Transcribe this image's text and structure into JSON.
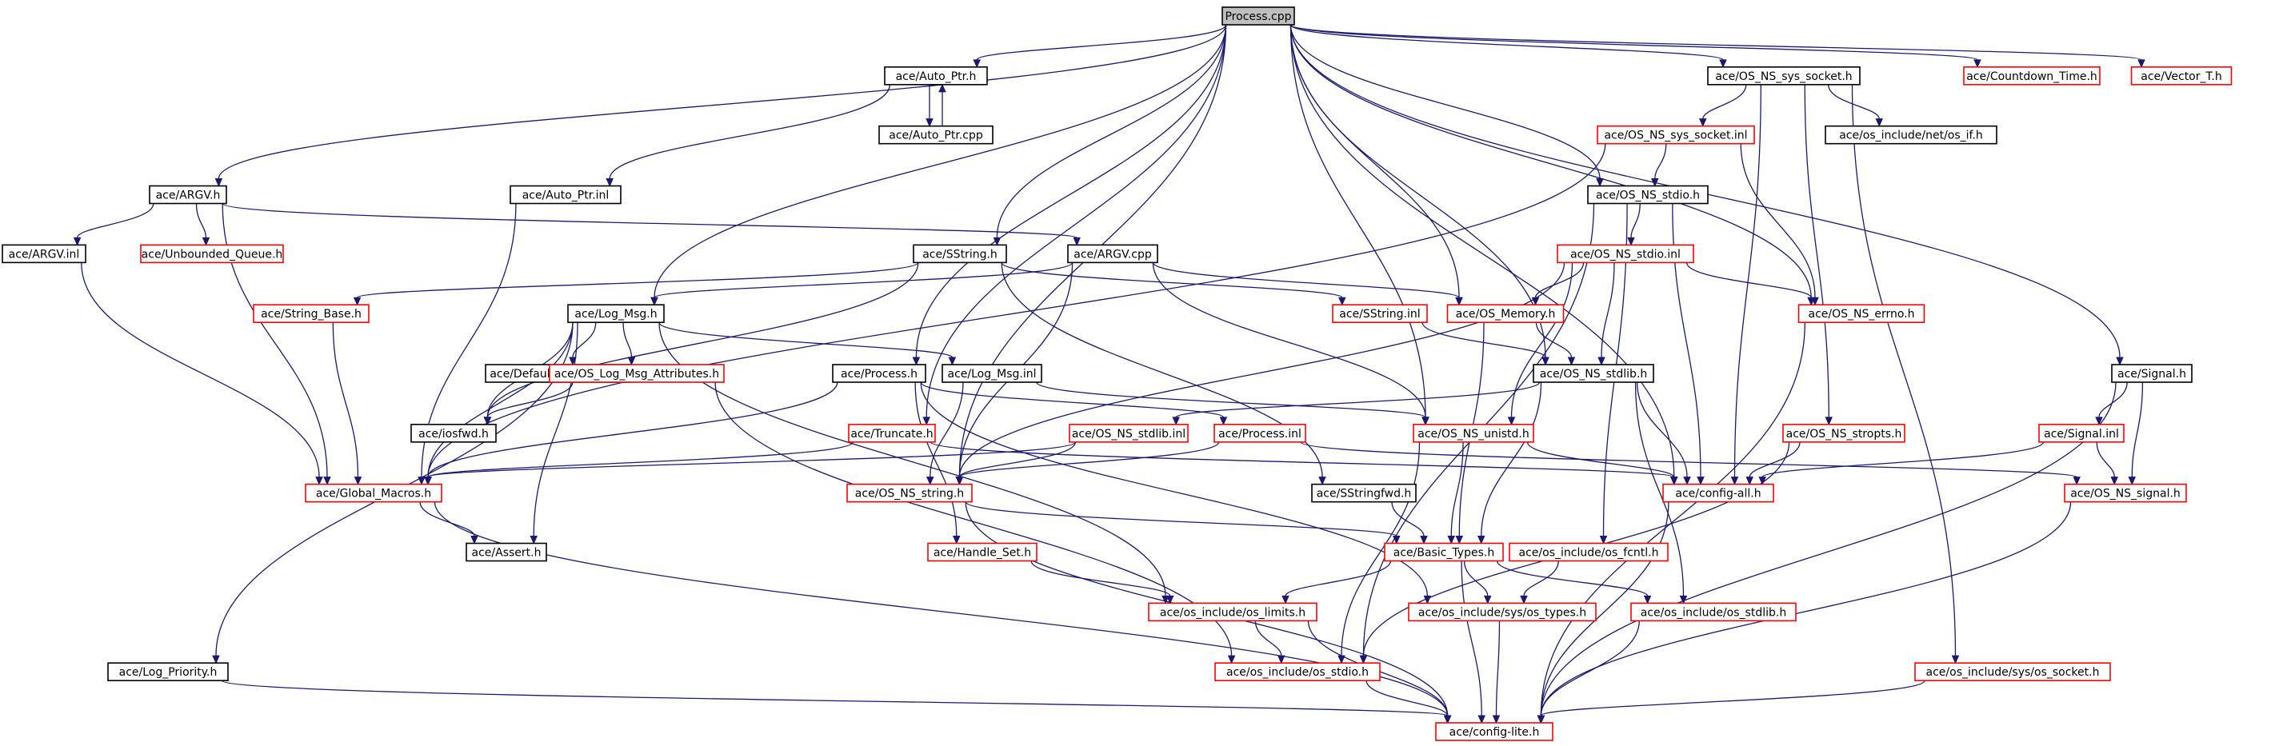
{
  "colors": {
    "edge": "#191970",
    "border_documented": "#000000",
    "border_undocumented": "#ff0000",
    "root_fill": "#bfbfbf",
    "node_fill": "#ffffff"
  },
  "nodes": [
    {
      "id": "process_cpp",
      "label": "Process.cpp",
      "kind": "root"
    },
    {
      "id": "auto_ptr_h",
      "label": "ace/Auto_Ptr.h",
      "kind": "doc"
    },
    {
      "id": "os_ns_sys_socket_h",
      "label": "ace/OS_NS_sys_socket.h",
      "kind": "doc"
    },
    {
      "id": "countdown_time_h",
      "label": "ace/Countdown_Time.h",
      "kind": "undoc"
    },
    {
      "id": "vector_t_h",
      "label": "ace/Vector_T.h",
      "kind": "undoc"
    },
    {
      "id": "auto_ptr_cpp",
      "label": "ace/Auto_Ptr.cpp",
      "kind": "doc"
    },
    {
      "id": "os_ns_sys_socket_inl",
      "label": "ace/OS_NS_sys_socket.inl",
      "kind": "undoc"
    },
    {
      "id": "os_include_net_os_if_h",
      "label": "ace/os_include/net/os_if.h",
      "kind": "doc"
    },
    {
      "id": "argv_h",
      "label": "ace/ARGV.h",
      "kind": "doc"
    },
    {
      "id": "auto_ptr_inl",
      "label": "ace/Auto_Ptr.inl",
      "kind": "doc"
    },
    {
      "id": "os_ns_stdio_h",
      "label": "ace/OS_NS_stdio.h",
      "kind": "doc"
    },
    {
      "id": "argv_inl",
      "label": "ace/ARGV.inl",
      "kind": "doc"
    },
    {
      "id": "unbounded_queue_h",
      "label": "ace/Unbounded_Queue.h",
      "kind": "undoc"
    },
    {
      "id": "sstring_h",
      "label": "ace/SString.h",
      "kind": "doc"
    },
    {
      "id": "argv_cpp",
      "label": "ace/ARGV.cpp",
      "kind": "doc"
    },
    {
      "id": "os_ns_stdio_inl",
      "label": "ace/OS_NS_stdio.inl",
      "kind": "undoc"
    },
    {
      "id": "string_base_h",
      "label": "ace/String_Base.h",
      "kind": "undoc"
    },
    {
      "id": "log_msg_h",
      "label": "ace/Log_Msg.h",
      "kind": "doc"
    },
    {
      "id": "sstring_inl",
      "label": "ace/SString.inl",
      "kind": "undoc"
    },
    {
      "id": "os_memory_h",
      "label": "ace/OS_Memory.h",
      "kind": "undoc"
    },
    {
      "id": "os_ns_errno_h",
      "label": "ace/OS_NS_errno.h",
      "kind": "undoc"
    },
    {
      "id": "signal_h",
      "label": "ace/Signal.h",
      "kind": "doc"
    },
    {
      "id": "default_constants_h",
      "label": "ace/Default_Constants.h",
      "kind": "doc"
    },
    {
      "id": "os_log_msg_attributes_h",
      "label": "ace/OS_Log_Msg_Attributes.h",
      "kind": "undoc"
    },
    {
      "id": "process_h",
      "label": "ace/Process.h",
      "kind": "doc"
    },
    {
      "id": "log_msg_inl",
      "label": "ace/Log_Msg.inl",
      "kind": "doc"
    },
    {
      "id": "os_ns_stdlib_h",
      "label": "ace/OS_NS_stdlib.h",
      "kind": "doc"
    },
    {
      "id": "iosfwd_h",
      "label": "ace/iosfwd.h",
      "kind": "doc"
    },
    {
      "id": "truncate_h",
      "label": "ace/Truncate.h",
      "kind": "undoc"
    },
    {
      "id": "os_ns_stdlib_inl",
      "label": "ace/OS_NS_stdlib.inl",
      "kind": "undoc"
    },
    {
      "id": "process_inl",
      "label": "ace/Process.inl",
      "kind": "undoc"
    },
    {
      "id": "os_ns_unistd_h",
      "label": "ace/OS_NS_unistd.h",
      "kind": "undoc"
    },
    {
      "id": "os_ns_stropts_h",
      "label": "ace/OS_NS_stropts.h",
      "kind": "undoc"
    },
    {
      "id": "signal_inl",
      "label": "ace/Signal.inl",
      "kind": "undoc"
    },
    {
      "id": "global_macros_h",
      "label": "ace/Global_Macros.h",
      "kind": "undoc"
    },
    {
      "id": "os_ns_string_h",
      "label": "ace/OS_NS_string.h",
      "kind": "undoc"
    },
    {
      "id": "sstringfwd_h",
      "label": "ace/SStringfwd.h",
      "kind": "doc"
    },
    {
      "id": "config_all_h",
      "label": "ace/config-all.h",
      "kind": "undoc"
    },
    {
      "id": "os_ns_signal_h",
      "label": "ace/OS_NS_signal.h",
      "kind": "undoc"
    },
    {
      "id": "assert_h",
      "label": "ace/Assert.h",
      "kind": "doc"
    },
    {
      "id": "handle_set_h",
      "label": "ace/Handle_Set.h",
      "kind": "undoc"
    },
    {
      "id": "basic_types_h",
      "label": "ace/Basic_Types.h",
      "kind": "undoc"
    },
    {
      "id": "os_include_os_fcntl_h",
      "label": "ace/os_include/os_fcntl.h",
      "kind": "undoc"
    },
    {
      "id": "os_include_os_limits_h",
      "label": "ace/os_include/os_limits.h",
      "kind": "undoc"
    },
    {
      "id": "os_include_sys_os_types_h",
      "label": "ace/os_include/sys/os_types.h",
      "kind": "undoc"
    },
    {
      "id": "os_include_os_stdlib_h",
      "label": "ace/os_include/os_stdlib.h",
      "kind": "undoc"
    },
    {
      "id": "log_priority_h",
      "label": "ace/Log_Priority.h",
      "kind": "doc"
    },
    {
      "id": "os_include_os_stdio_h",
      "label": "ace/os_include/os_stdio.h",
      "kind": "undoc"
    },
    {
      "id": "os_include_sys_os_socket_h",
      "label": "ace/os_include/sys/os_socket.h",
      "kind": "undoc"
    },
    {
      "id": "config_lite_h",
      "label": "ace/config-lite.h",
      "kind": "undoc"
    }
  ],
  "edges": [
    [
      "process_cpp",
      "auto_ptr_h"
    ],
    [
      "process_cpp",
      "os_ns_sys_socket_h"
    ],
    [
      "process_cpp",
      "countdown_time_h"
    ],
    [
      "process_cpp",
      "vector_t_h"
    ],
    [
      "process_cpp",
      "argv_h"
    ],
    [
      "process_cpp",
      "log_msg_h"
    ],
    [
      "process_cpp",
      "sstring_h"
    ],
    [
      "process_cpp",
      "process_h"
    ],
    [
      "process_cpp",
      "truncate_h"
    ],
    [
      "process_cpp",
      "os_ns_string_h"
    ],
    [
      "process_cpp",
      "os_memory_h"
    ],
    [
      "process_cpp",
      "os_ns_unistd_h"
    ],
    [
      "process_cpp",
      "os_ns_stdio_h"
    ],
    [
      "process_cpp",
      "os_ns_stdlib_h"
    ],
    [
      "process_cpp",
      "os_ns_errno_h"
    ],
    [
      "process_cpp",
      "signal_h"
    ],
    [
      "process_cpp",
      "config_all_h"
    ],
    [
      "auto_ptr_h",
      "auto_ptr_cpp"
    ],
    [
      "auto_ptr_cpp",
      "auto_ptr_h"
    ],
    [
      "auto_ptr_h",
      "auto_ptr_inl"
    ],
    [
      "os_ns_sys_socket_h",
      "os_ns_sys_socket_inl"
    ],
    [
      "os_ns_sys_socket_h",
      "os_include_net_os_if_h"
    ],
    [
      "os_ns_sys_socket_h",
      "os_include_sys_os_socket_h"
    ],
    [
      "os_ns_sys_socket_h",
      "config_all_h"
    ],
    [
      "os_ns_sys_socket_h",
      "os_ns_stropts_h"
    ],
    [
      "os_ns_sys_socket_inl",
      "os_ns_stdio_h"
    ],
    [
      "os_ns_sys_socket_inl",
      "os_ns_errno_h"
    ],
    [
      "os_ns_sys_socket_inl",
      "global_macros_h"
    ],
    [
      "argv_h",
      "argv_inl"
    ],
    [
      "argv_h",
      "unbounded_queue_h"
    ],
    [
      "argv_h",
      "argv_cpp"
    ],
    [
      "argv_h",
      "global_macros_h"
    ],
    [
      "auto_ptr_inl",
      "global_macros_h"
    ],
    [
      "os_ns_stdio_h",
      "os_ns_stdio_inl"
    ],
    [
      "os_ns_stdio_h",
      "config_all_h"
    ],
    [
      "os_ns_stdio_h",
      "os_include_os_stdio_h"
    ],
    [
      "os_ns_stdio_h",
      "os_include_os_fcntl_h"
    ],
    [
      "argv_inl",
      "global_macros_h"
    ],
    [
      "sstring_h",
      "string_base_h"
    ],
    [
      "sstring_h",
      "sstring_inl"
    ],
    [
      "sstring_h",
      "sstringfwd_h"
    ],
    [
      "sstring_h",
      "iosfwd_h"
    ],
    [
      "argv_cpp",
      "log_msg_h"
    ],
    [
      "argv_cpp",
      "os_memory_h"
    ],
    [
      "argv_cpp",
      "os_ns_unistd_h"
    ],
    [
      "argv_cpp",
      "os_ns_string_h"
    ],
    [
      "os_ns_stdio_inl",
      "os_memory_h"
    ],
    [
      "os_ns_stdio_inl",
      "os_ns_errno_h"
    ],
    [
      "os_ns_stdio_inl",
      "os_ns_stdlib_h"
    ],
    [
      "os_ns_stdio_inl",
      "os_ns_unistd_h"
    ],
    [
      "os_ns_stdio_inl",
      "os_ns_string_h"
    ],
    [
      "string_base_h",
      "global_macros_h"
    ],
    [
      "log_msg_h",
      "default_constants_h"
    ],
    [
      "log_msg_h",
      "os_log_msg_attributes_h"
    ],
    [
      "log_msg_h",
      "log_msg_inl"
    ],
    [
      "log_msg_h",
      "iosfwd_h"
    ],
    [
      "log_msg_h",
      "global_macros_h"
    ],
    [
      "log_msg_h",
      "assert_h"
    ],
    [
      "log_msg_h",
      "log_priority_h"
    ],
    [
      "log_msg_h",
      "os_include_os_limits_h"
    ],
    [
      "sstring_inl",
      "os_ns_stdlib_h"
    ],
    [
      "os_memory_h",
      "os_ns_stdlib_h"
    ],
    [
      "os_memory_h",
      "basic_types_h"
    ],
    [
      "os_ns_errno_h",
      "config_lite_h"
    ],
    [
      "signal_h",
      "signal_inl"
    ],
    [
      "signal_h",
      "os_ns_signal_h"
    ],
    [
      "signal_h",
      "config_lite_h"
    ],
    [
      "os_log_msg_attributes_h",
      "iosfwd_h"
    ],
    [
      "os_log_msg_attributes_h",
      "os_include_os_stdio_h"
    ],
    [
      "process_h",
      "process_inl"
    ],
    [
      "process_h",
      "handle_set_h"
    ],
    [
      "process_h",
      "global_macros_h"
    ],
    [
      "process_h",
      "os_include_sys_os_types_h"
    ],
    [
      "log_msg_inl",
      "os_ns_unistd_h"
    ],
    [
      "log_msg_inl",
      "os_ns_string_h"
    ],
    [
      "os_ns_stdlib_h",
      "os_ns_stdlib_inl"
    ],
    [
      "os_ns_stdlib_h",
      "config_all_h"
    ],
    [
      "os_ns_stdlib_h",
      "basic_types_h"
    ],
    [
      "os_ns_stdlib_h",
      "os_include_os_stdlib_h"
    ],
    [
      "truncate_h",
      "global_macros_h"
    ],
    [
      "truncate_h",
      "config_all_h"
    ],
    [
      "os_ns_stdlib_inl",
      "os_ns_string_h"
    ],
    [
      "os_ns_stdlib_inl",
      "global_macros_h"
    ],
    [
      "process_inl",
      "os_ns_string_h"
    ],
    [
      "process_inl",
      "os_ns_signal_h"
    ],
    [
      "os_ns_unistd_h",
      "basic_types_h"
    ],
    [
      "os_ns_unistd_h",
      "config_all_h"
    ],
    [
      "os_ns_unistd_h",
      "os_include_os_stdio_h"
    ],
    [
      "os_ns_stropts_h",
      "config_all_h"
    ],
    [
      "os_ns_stropts_h",
      "os_include_os_stdio_h"
    ],
    [
      "signal_inl",
      "os_ns_signal_h"
    ],
    [
      "signal_inl",
      "config_all_h"
    ],
    [
      "global_macros_h",
      "assert_h"
    ],
    [
      "global_macros_h",
      "config_lite_h"
    ],
    [
      "os_ns_string_h",
      "basic_types_h"
    ],
    [
      "os_ns_string_h",
      "config_lite_h"
    ],
    [
      "sstringfwd_h",
      "basic_types_h"
    ],
    [
      "config_all_h",
      "config_lite_h"
    ],
    [
      "os_ns_signal_h",
      "config_lite_h"
    ],
    [
      "handle_set_h",
      "os_include_os_limits_h"
    ],
    [
      "basic_types_h",
      "os_include_os_limits_h"
    ],
    [
      "basic_types_h",
      "os_include_sys_os_types_h"
    ],
    [
      "basic_types_h",
      "os_include_os_stdlib_h"
    ],
    [
      "basic_types_h",
      "config_lite_h"
    ],
    [
      "os_include_os_fcntl_h",
      "os_include_sys_os_types_h"
    ],
    [
      "os_include_os_limits_h",
      "os_include_os_stdio_h"
    ],
    [
      "os_include_os_limits_h",
      "config_lite_h"
    ],
    [
      "os_include_sys_os_types_h",
      "config_lite_h"
    ],
    [
      "os_include_os_stdlib_h",
      "config_lite_h"
    ],
    [
      "log_priority_h",
      "config_lite_h"
    ],
    [
      "os_include_os_stdio_h",
      "config_lite_h"
    ],
    [
      "os_include_sys_os_socket_h",
      "config_lite_h"
    ]
  ]
}
